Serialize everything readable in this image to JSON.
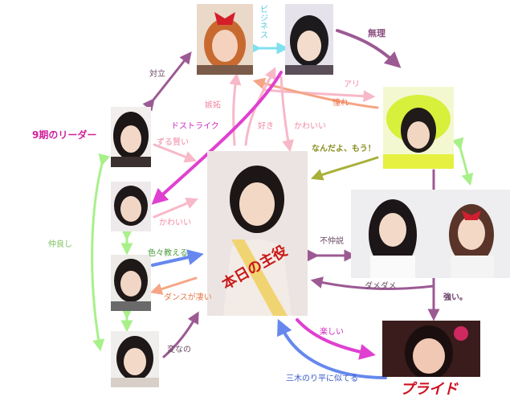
{
  "labels": {
    "business": "ビジネス",
    "muri": "無理",
    "tairitsu": "対立",
    "ari": "アリ",
    "akogare": "憧れ",
    "shitto": "嫉妬",
    "dostrike": "ドストライク",
    "suki": "好き",
    "kawaii_top": "かわいい",
    "leader": "9期のリーダー",
    "zurugashikoi": "ずる賢い",
    "nandayo": "なんだよ、もう！",
    "kawaii_left": "かわいい",
    "nakayoshi": "仲良し",
    "iroiro": "色々教える",
    "dance": "ダンスが凄い",
    "fushinsetsu": "不仲説",
    "damedame": "ダメダメ",
    "tsuyoi": "強い。",
    "henna": "変なの",
    "tanoshii": "楽しい",
    "mikinori": "三木のり平に似てる",
    "pride": "プライド"
  },
  "sash": "本日の主役",
  "colors": {
    "cyan": "#7fe0f0",
    "purple": "#9c5a93",
    "pink": "#f07ab4",
    "magenta": "#e040d0",
    "light_pink": "#f7b8c8",
    "salmon": "#f5a585",
    "olive": "#a8b038",
    "green": "#a8f08a",
    "blue": "#6688ee",
    "red": "#cc1020"
  }
}
